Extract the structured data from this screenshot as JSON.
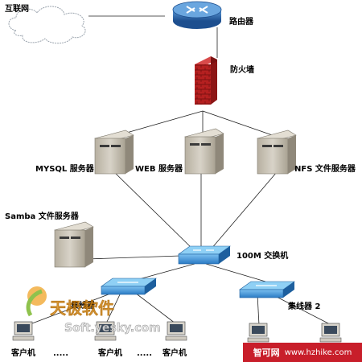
{
  "labels": {
    "internet": "互联网",
    "router": "路由器",
    "firewall": "防火墙",
    "mysql": "MYSQL 服务器",
    "web": "WEB 服务器",
    "nfs": "NFS 文件服务器",
    "samba": "Samba 文件服务器",
    "switch": "100M 交换机",
    "hub1": "集线器",
    "hub2": "集线器 2",
    "client": "客户机",
    "dots": "....."
  },
  "watermark": {
    "brand": "天极软件",
    "site": "Soft.yesky.com"
  },
  "badge": {
    "name": "智可网",
    "url": "www.hzhike.com"
  },
  "colors": {
    "firewall_red": "#b22222",
    "router_blue": "#1f5fa8",
    "switch_blue": "#2f88d8",
    "server_gray": "#c9c3b5",
    "badge_red": "#c81e2a"
  }
}
